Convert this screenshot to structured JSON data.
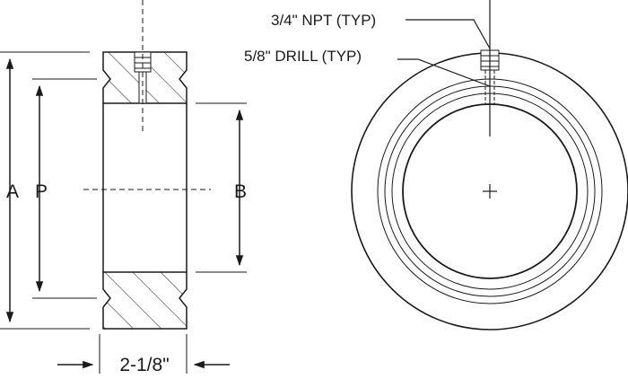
{
  "dimensions": {
    "overall_diameter": "A",
    "bolt_circle": "P",
    "bore": "B",
    "width": "2-1/8\""
  },
  "callouts": {
    "tap": "3/4\" NPT (TYP)",
    "drill": "5/8\" DRILL (TYP)"
  },
  "colors": {
    "line": "#1a1a1a",
    "background": "#ffffff"
  }
}
